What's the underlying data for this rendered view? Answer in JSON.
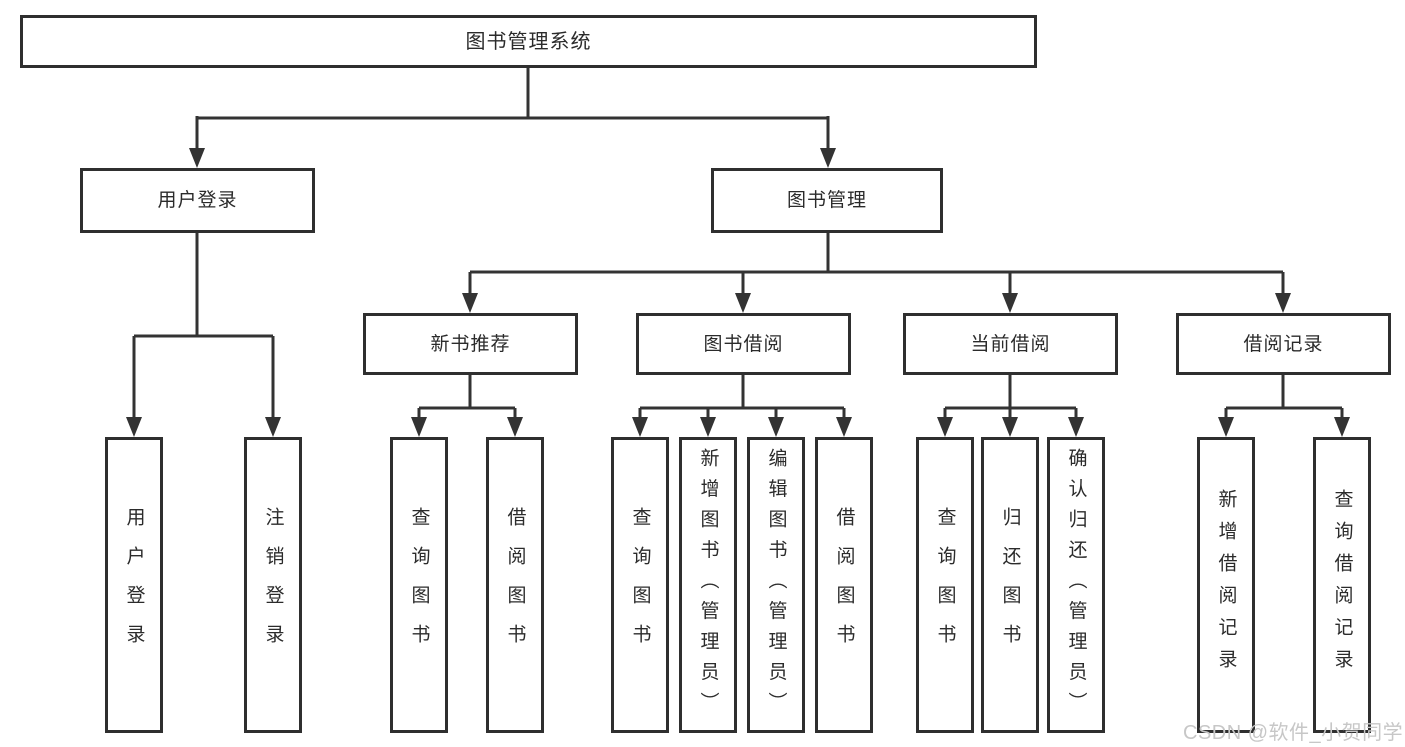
{
  "tree": {
    "root": {
      "label": "图书管理系统",
      "children": [
        {
          "label": "用户登录",
          "children": [
            {
              "label": "用户登录"
            },
            {
              "label": "注销登录"
            }
          ]
        },
        {
          "label": "图书管理",
          "children": [
            {
              "label": "新书推荐",
              "children": [
                {
                  "label": "查询图书"
                },
                {
                  "label": "借阅图书"
                }
              ]
            },
            {
              "label": "图书借阅",
              "children": [
                {
                  "label": "查询图书"
                },
                {
                  "label": "新增图书（管理员）"
                },
                {
                  "label": "编辑图书（管理员）"
                },
                {
                  "label": "借阅图书"
                }
              ]
            },
            {
              "label": "当前借阅",
              "children": [
                {
                  "label": "查询图书"
                },
                {
                  "label": "归还图书"
                },
                {
                  "label": "确认归还（管理员）"
                }
              ]
            },
            {
              "label": "借阅记录",
              "children": [
                {
                  "label": "新增借阅记录"
                },
                {
                  "label": "查询借阅记录"
                }
              ]
            }
          ]
        }
      ]
    }
  },
  "watermark": {
    "text": "CSDN @软件_小贺同学"
  },
  "colors": {
    "line": "#333333",
    "box_border": "#2f2f2f",
    "text": "#2b2b2b",
    "watermark": "#c7c7c7",
    "background": "#ffffff"
  }
}
